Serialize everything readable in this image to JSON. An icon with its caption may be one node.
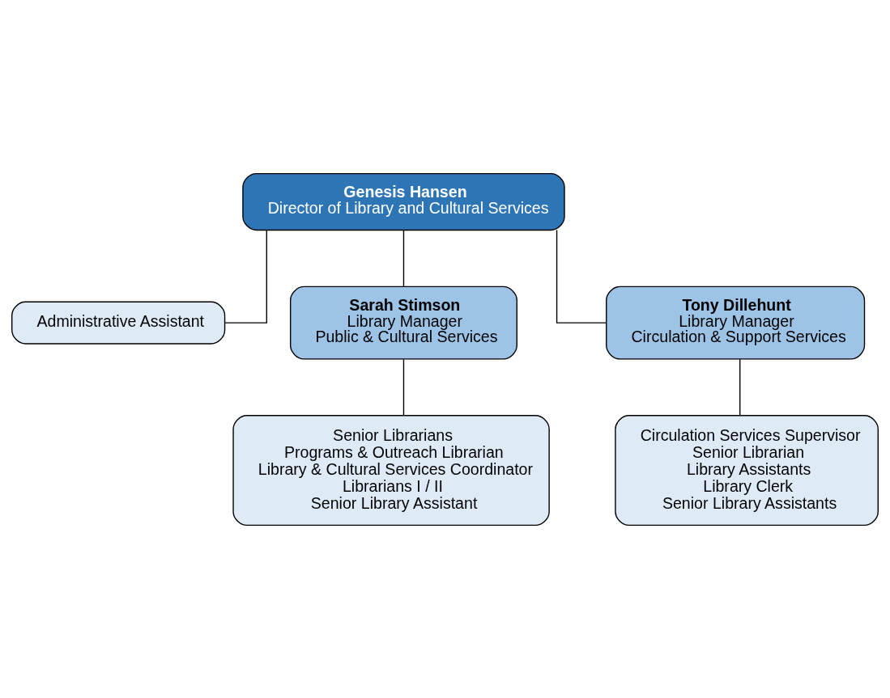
{
  "diagram": {
    "nodes": [
      {
        "text": [
          "Genesis Hansen",
          "Director of Library and Cultural Services"
        ]
      },
      {
        "text": [
          "Administrative Assistant"
        ]
      },
      {
        "text": [
          "Sarah Stimson",
          "Library Manager",
          "Public & Cultural Services"
        ]
      },
      {
        "text": [
          "Tony Dillehunt",
          "Library Manager",
          "Circulation & Support Services"
        ]
      },
      {
        "text": [
          "Senior Librarians",
          "Programs & Outreach Librarian",
          "Library & Cultural Services Coordinator",
          "Librarians I / II",
          "Senior Library Assistant"
        ]
      },
      {
        "text": [
          "Circulation Services Supervisor",
          "Senior Librarian",
          "Library Assistants",
          "Library Clerk",
          "Senior Library Assistants"
        ]
      }
    ],
    "edges": [
      {
        "from": 0,
        "to": 1,
        "arrow": "none"
      },
      {
        "from": 0,
        "to": 2,
        "arrow": "none"
      },
      {
        "from": 0,
        "to": 3,
        "arrow": "none"
      },
      {
        "from": 2,
        "to": 4,
        "arrow": "none"
      },
      {
        "from": 3,
        "to": 5,
        "arrow": "none"
      }
    ]
  }
}
